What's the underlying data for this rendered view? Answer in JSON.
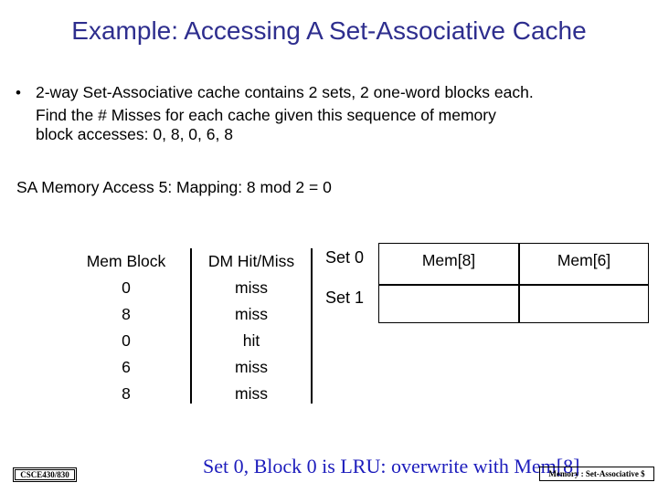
{
  "title": "Example: Accessing A Set-Associative Cache",
  "bullet": {
    "marker": "•",
    "lines": [
      "2-way Set-Associative cache contains 2 sets, 2 one-word blocks each.",
      "Find the # Misses for each cache given this sequence of memory",
      "block accesses: 0, 8, 0, 6, 8"
    ]
  },
  "access_line": "SA Memory Access 5:  Mapping: 8 mod 2 = 0",
  "table": {
    "mem_header": "Mem Block",
    "hit_header": "DM Hit/Miss",
    "mem_blocks": [
      "0",
      "8",
      "0",
      "6",
      "8"
    ],
    "results": [
      "miss",
      "miss",
      "hit",
      "miss",
      "miss"
    ]
  },
  "cache": {
    "set0_label": "Set 0",
    "set1_label": "Set 1",
    "set0_way0": "Mem[8]",
    "set0_way1": "Mem[6]",
    "set1_way0": "",
    "set1_way1": ""
  },
  "note": "Set 0, Block 0 is LRU: overwrite with  Mem[8]",
  "footer": {
    "left": "CSCE430/830",
    "right": "Memory : Set-Associative $"
  },
  "colors": {
    "title": "#2e2e8e",
    "note": "#1c1cbc"
  }
}
